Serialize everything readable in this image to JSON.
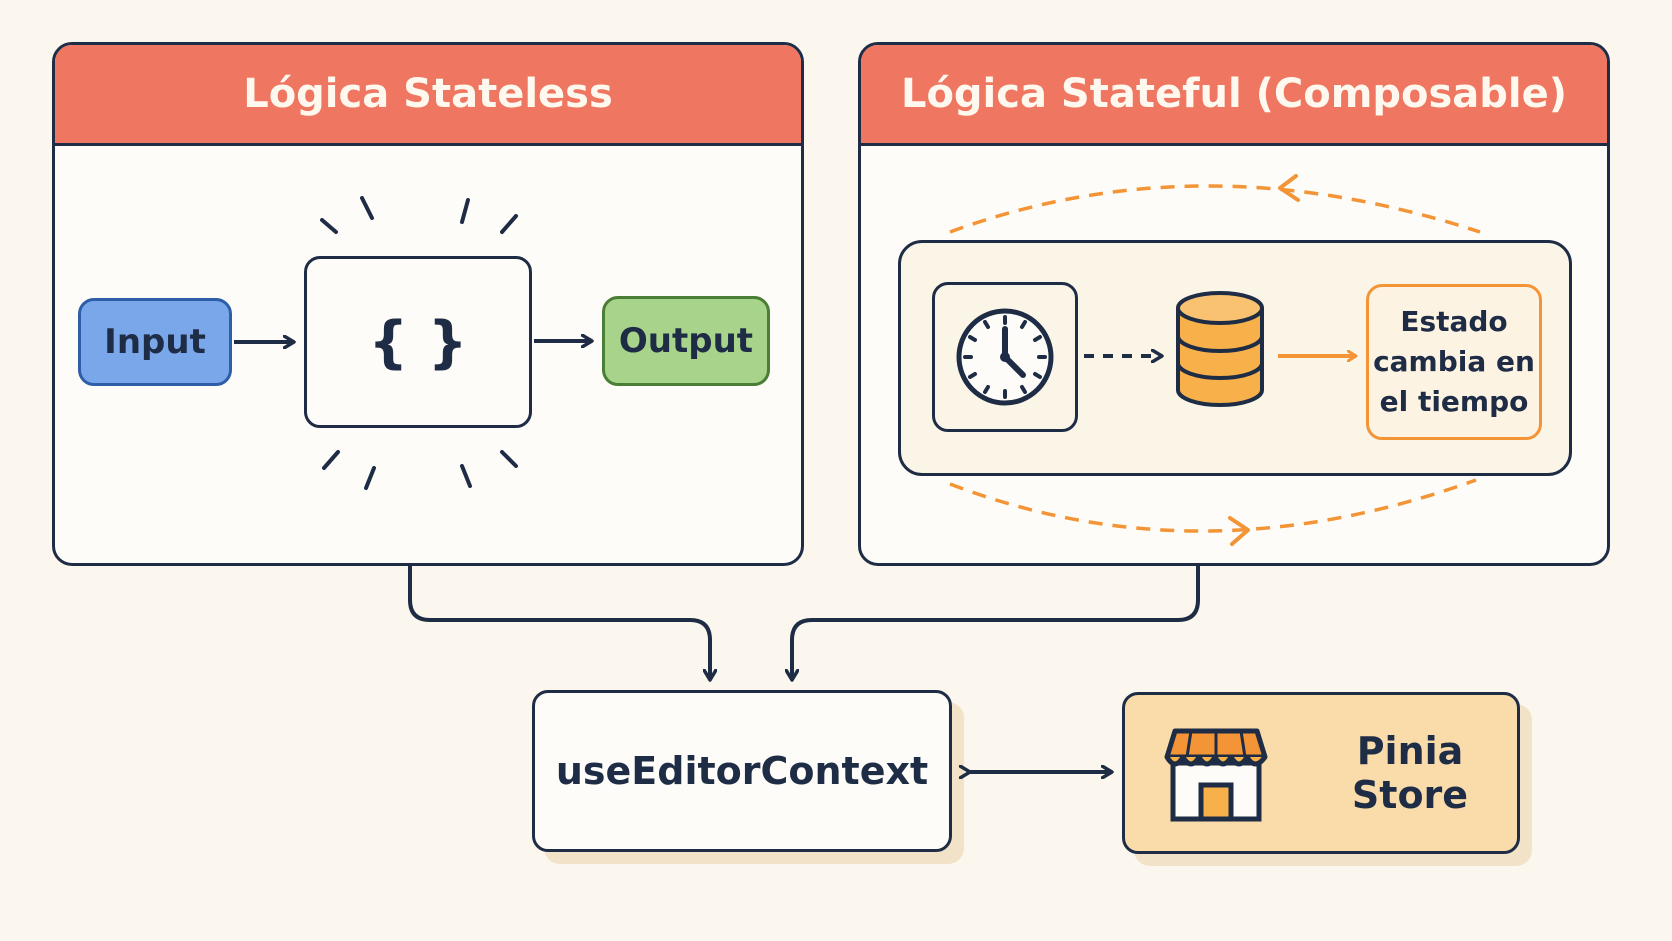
{
  "stateless": {
    "title": "Lógica Stateless",
    "input_label": "Input",
    "function_label": "{ }",
    "output_label": "Output"
  },
  "stateful": {
    "title": "Lógica Stateful (Composable)",
    "state_text": "Estado cambia en el tiempo"
  },
  "bottom": {
    "context_label": "useEditorContext",
    "store_label": "Pinia Store"
  },
  "icons": {
    "clock": "clock-icon",
    "database": "database-icon",
    "store": "storefront-icon"
  },
  "colors": {
    "header": "#ef7660",
    "outline": "#1e2d45",
    "input": "#7aa7e9",
    "output": "#a7d38a",
    "accent": "#f39436",
    "store": "#f9dcaa"
  }
}
